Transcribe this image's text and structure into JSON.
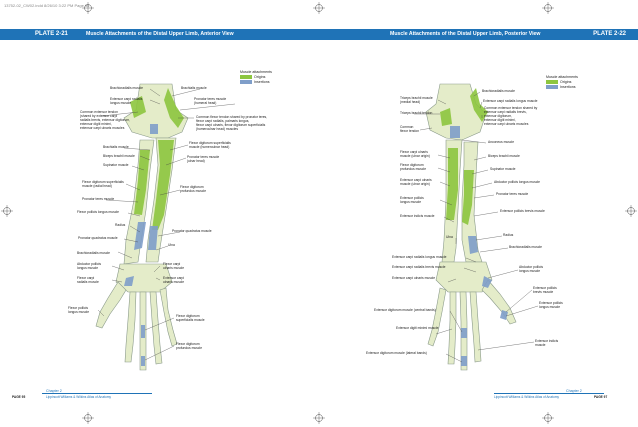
{
  "slug": "13752-02_CW02.indd 8/26/10 3:22 PM Page 95",
  "left_page": {
    "plate": "PLATE 2-21",
    "title": "Muscle Attachments of the Distal Upper Limb, Anterior View",
    "legend": {
      "heading": "Muscle attachments",
      "origins": "Origins",
      "insertions": "Insertions"
    },
    "labels": [
      "Brachioradialis muscle",
      "Brachialis muscle",
      "Extensor carpi radialis\nlongus muscle",
      "Pronator teres muscle\n(humeral head)",
      "Common extensor tendon\n(shared by extensor carpi\nradialis brevis, extensor digitorum,\nextensor digiti minimi,\nextensor carpi ulnaris muscles",
      "Common flexor tendon shared by pronator teres,\nflexor carpi radialis, palmaris longus,\nflexor carpi ulnaris, flexor digitorum superficialis\n(humeroulnar head) muscles",
      "Flexor digitorum superficialis\nmuscle (humeroulnar head)",
      "Brachialis muscle",
      "Biceps brachii muscle",
      "Pronator teres muscle\n(ulnar head)",
      "Supinator muscle",
      "Flexor digitorum superficialis\nmuscle (radial head)",
      "Flexor digitorum\nprofundus muscle",
      "Pronator teres muscle",
      "Flexor pollicis longus muscle",
      "Radius",
      "Pronator quadratus muscle",
      "Pronator quadratus muscle",
      "Ulna",
      "Brachioradialis muscle",
      "Abductor pollicis\nlongus muscle",
      "Flexor carpi\nulnaris muscle",
      "Flexor carpi\nradialis muscle",
      "Extensor carpi\nulnaris muscle",
      "Flexor pollicis\nlongus muscle",
      "Flexor digitorum\nsuperficialis muscle",
      "Flexor digitorum\nprofundus muscle"
    ],
    "footer": {
      "page": "PAGE 95",
      "chapter": "Chapter 2",
      "publisher": "Lippincott Williams & Wilkins Atlas of Anatomy"
    }
  },
  "right_page": {
    "plate": "PLATE 2-22",
    "title": "Muscle Attachments of the Distal Upper Limb, Posterior View",
    "legend": {
      "heading": "Muscle attachments",
      "origins": "Origins",
      "insertions": "Insertions"
    },
    "labels": [
      "Brachioradialis muscle",
      "Triceps brachii muscle\n(medial head)",
      "Extensor carpi radialis longus muscle",
      "Triceps brachii tendon",
      "Common extensor tendon shared by\nextensor carpi radialis brevis,\nextensor digitorum,\nextensor digiti minimi,\nextensor carpi ulnaris muscles",
      "Common\nflexor tendon",
      "Anconeus muscle",
      "Flexor carpi ulnaris\nmuscle (ulnar origin)",
      "Biceps brachii muscle",
      "Flexor digitorum\nprofundus muscle",
      "Supinator muscle",
      "Extensor carpi ulnaris\nmuscle (ulnar origin)",
      "Abductor pollicis longus muscle",
      "Pronator teres muscle",
      "Extensor pollicis\nlongus muscle",
      "Extensor pollicis brevis muscle",
      "Extensor indicis muscle",
      "Radius",
      "Ulna",
      "Brachioradialis muscle",
      "Extensor carpi radialis longus muscle",
      "Extensor carpi radialis brevis muscle",
      "Abductor pollicis\nlongus muscle",
      "Extensor carpi ulnaris muscle",
      "Extensor pollicis\nbrevis muscle",
      "Extensor digitorum muscle (central bands)",
      "Extensor pollicis\nlongus muscle",
      "Extensor digiti minimi muscle",
      "Extensor indicis\nmuscle",
      "Extensor digitorum muscle (lateral bands)"
    ],
    "footer": {
      "page": "PAGE 97",
      "chapter": "Chapter 2",
      "publisher": "Lippincott Williams & Wilkins Atlas of Anatomy"
    }
  },
  "colors": {
    "header": "#1f73b7",
    "origins": "#8dc63f",
    "insertions": "#7f9ec9",
    "bone": "#e4ecc9",
    "bone_outline": "#8a9a8a"
  }
}
